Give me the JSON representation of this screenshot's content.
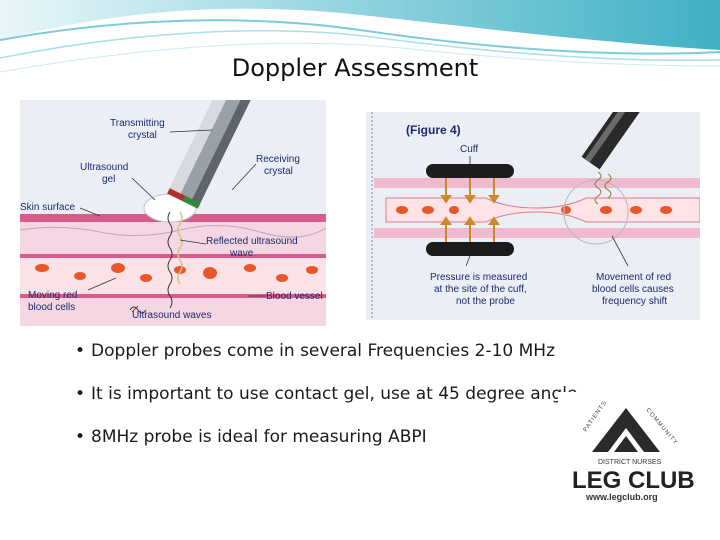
{
  "slide": {
    "title": "Doppler Assessment",
    "bullets": [
      "Doppler probes come in several Frequencies 2-10 MHz",
      "It is important to use contact gel, use at 45 degree angle",
      "8MHz probe is ideal for measuring ABPI"
    ],
    "bullet_symbol": "•"
  },
  "figure_left": {
    "labels": {
      "transmitting": [
        "Transmitting",
        "crystal"
      ],
      "gel": [
        "Ultrasound",
        "gel"
      ],
      "receiving": [
        "Receiving",
        "crystal"
      ],
      "skin": "Skin surface",
      "reflected": [
        "Reflected ultrasound",
        "wave"
      ],
      "moving": [
        "Moving red",
        "blood cells"
      ],
      "vessel": "Blood vessel",
      "waves": "Ultrasound waves"
    }
  },
  "figure_right": {
    "labels": {
      "figure": "(Figure 4)",
      "cuff": "Cuff",
      "pressure": [
        "Pressure is measured",
        "at the site of the cuff,",
        "not the probe"
      ],
      "movement": [
        "Movement of red",
        "blood cells causes",
        "frequency shift"
      ]
    }
  },
  "logo": {
    "brand": "LEG CLUB",
    "registered": "®",
    "tagline": "DISTRICT NURSES",
    "url": "www.legclub.org",
    "arc_left": "PATIENTS",
    "arc_right": "COMMUNITY"
  },
  "colors": {
    "banner_teal": "#5fc0cf",
    "figure_label": "#1b2a6b",
    "blood_cell": "#e8572a",
    "skin_pink": "#d85c8a"
  }
}
